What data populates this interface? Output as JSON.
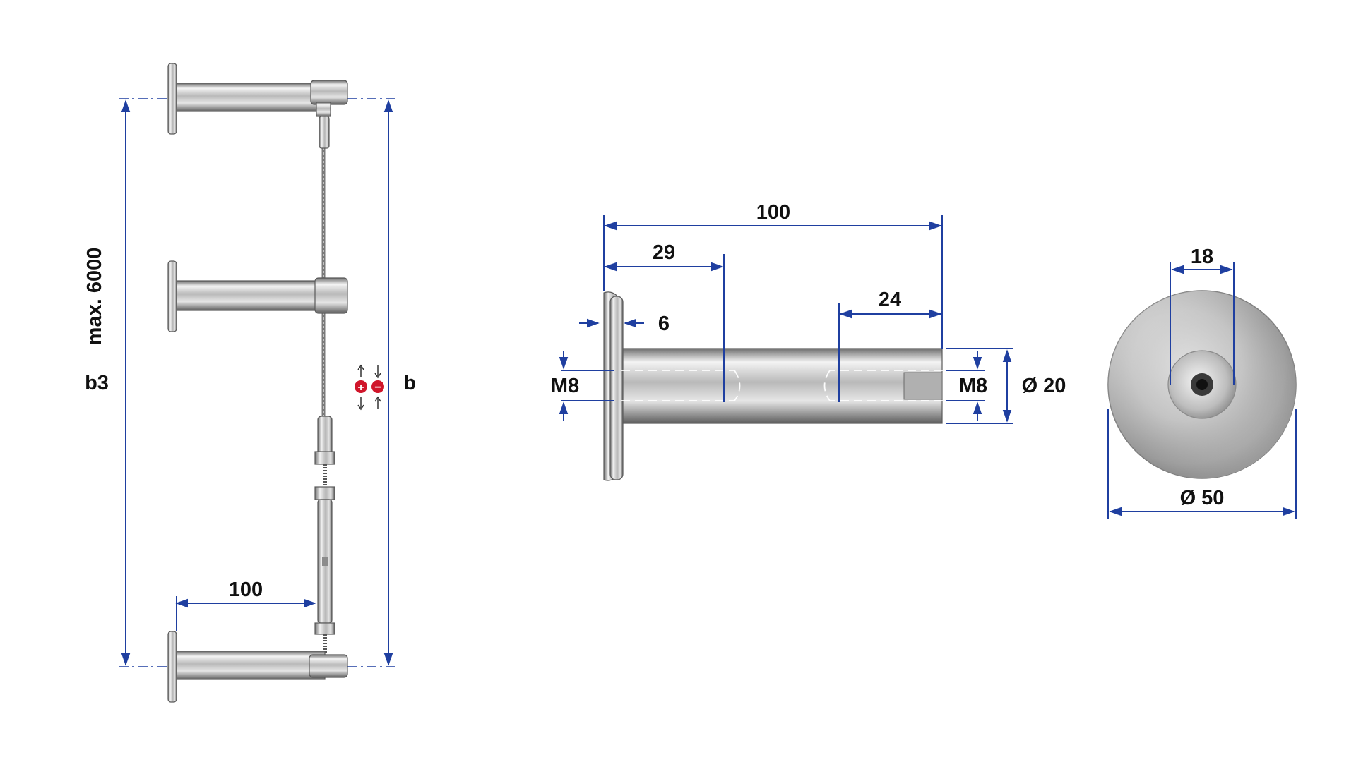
{
  "left_view": {
    "dim_max": "max. 6000",
    "dim_b3": "b3",
    "dim_b": "b",
    "dim_arm": "100",
    "tension_symbols": [
      "+",
      "−"
    ]
  },
  "side_view": {
    "dim_length": "100",
    "dim_thread_depth_base": "29",
    "dim_thread_depth_tip": "24",
    "dim_flange": "6",
    "thread_left": "M8",
    "thread_right": "M8",
    "dim_diameter": "Ø 20"
  },
  "front_view": {
    "dim_inner": "18",
    "dim_outer": "Ø 50"
  },
  "colors": {
    "dimension": "#1f3fa0",
    "tension_marker": "#d0152a",
    "steel_light": "#e8e8e8",
    "steel_dark": "#7a7a7a"
  }
}
